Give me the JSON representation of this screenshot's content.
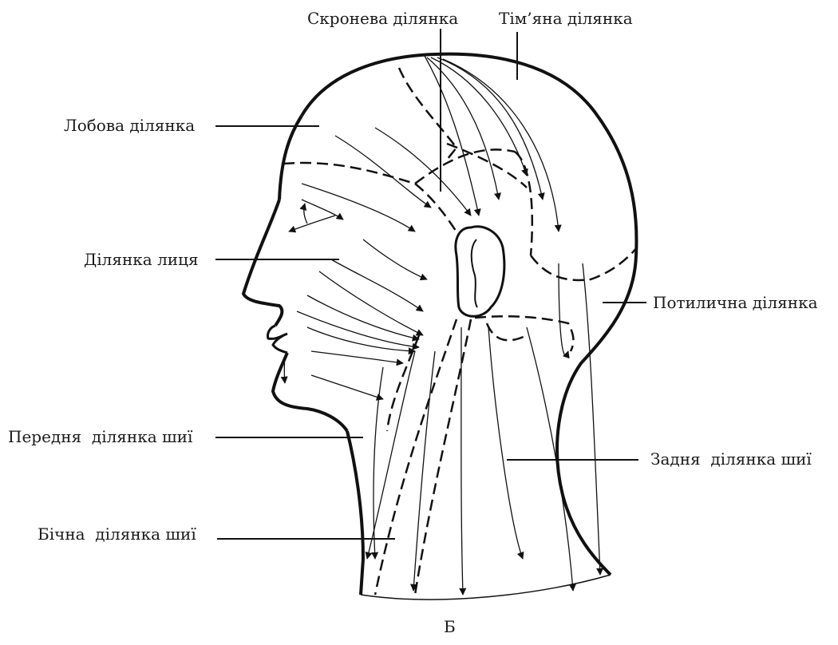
{
  "labels": {
    "temporal": "Скронева ділянка",
    "parietal": "Тім’яна ділянка",
    "frontal": "Лобова ділянка",
    "face": "Ділянка лиця",
    "occipital": "Потилична ділянка",
    "anterior_neck": "Передня  ділянка шиї",
    "posterior_neck": "Задня  ділянка шиї",
    "lateral_neck": "Бічна  ділянка шиї"
  },
  "figure_letter": "Б"
}
